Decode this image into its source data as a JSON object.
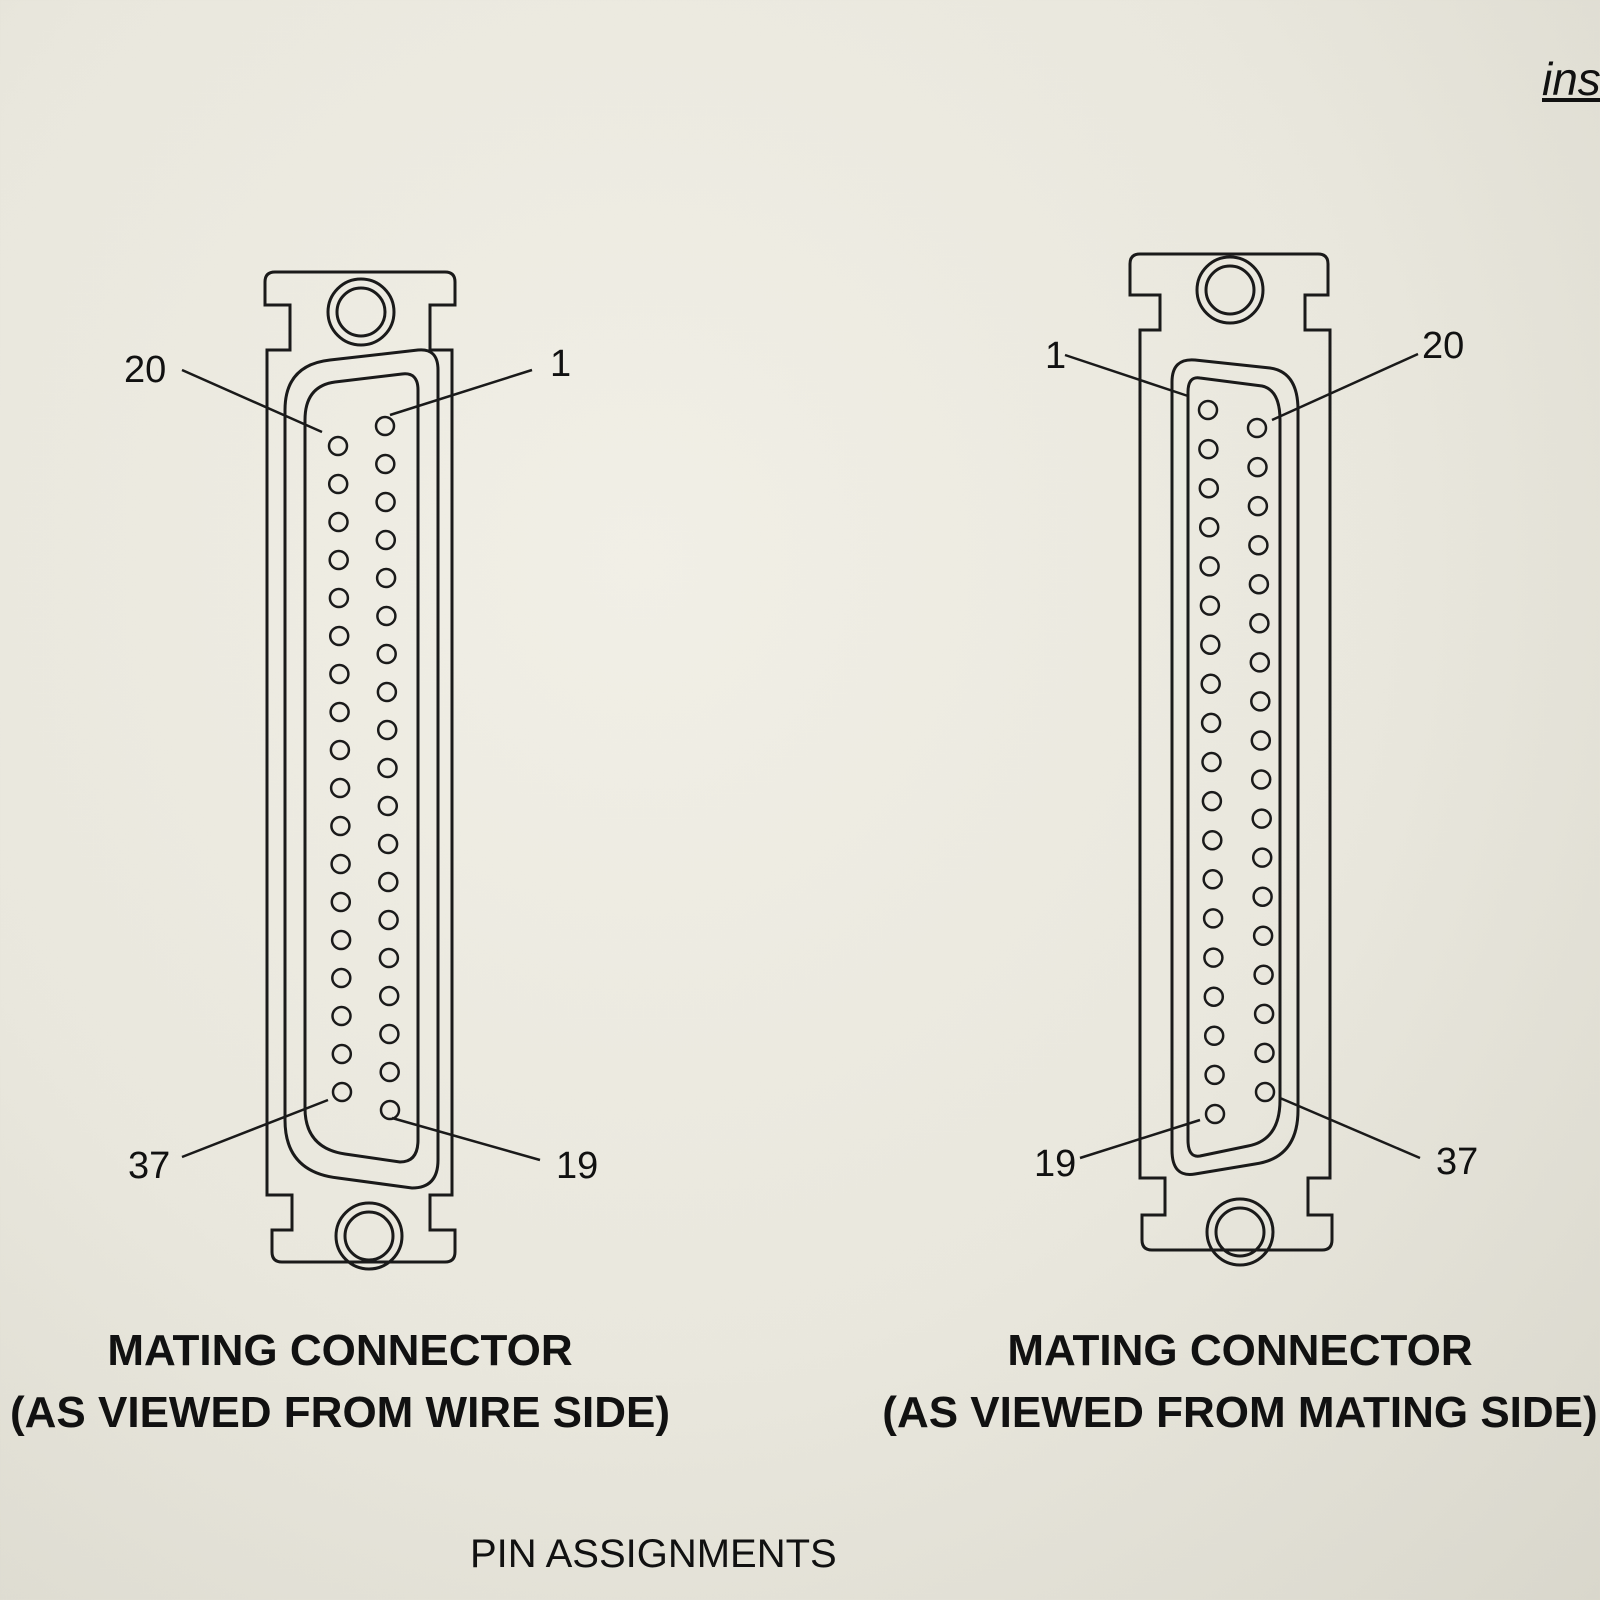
{
  "corner_text": "ins",
  "footer": "PIN ASSIGNMENTS",
  "left_connector": {
    "caption_line1": "MATING CONNECTOR",
    "caption_line2": "(AS VIEWED FROM WIRE SIDE)",
    "labels": {
      "top_left": "20",
      "top_right": "1",
      "bottom_left": "37",
      "bottom_right": "19"
    }
  },
  "right_connector": {
    "caption_line1": "MATING CONNECTOR",
    "caption_line2": "(AS VIEWED FROM MATING SIDE)",
    "labels": {
      "top_left": "1",
      "top_right": "20",
      "bottom_left": "19",
      "bottom_right": "37"
    }
  },
  "colors": {
    "ink": "#1a1a1a",
    "paper": "#ecebe2"
  }
}
